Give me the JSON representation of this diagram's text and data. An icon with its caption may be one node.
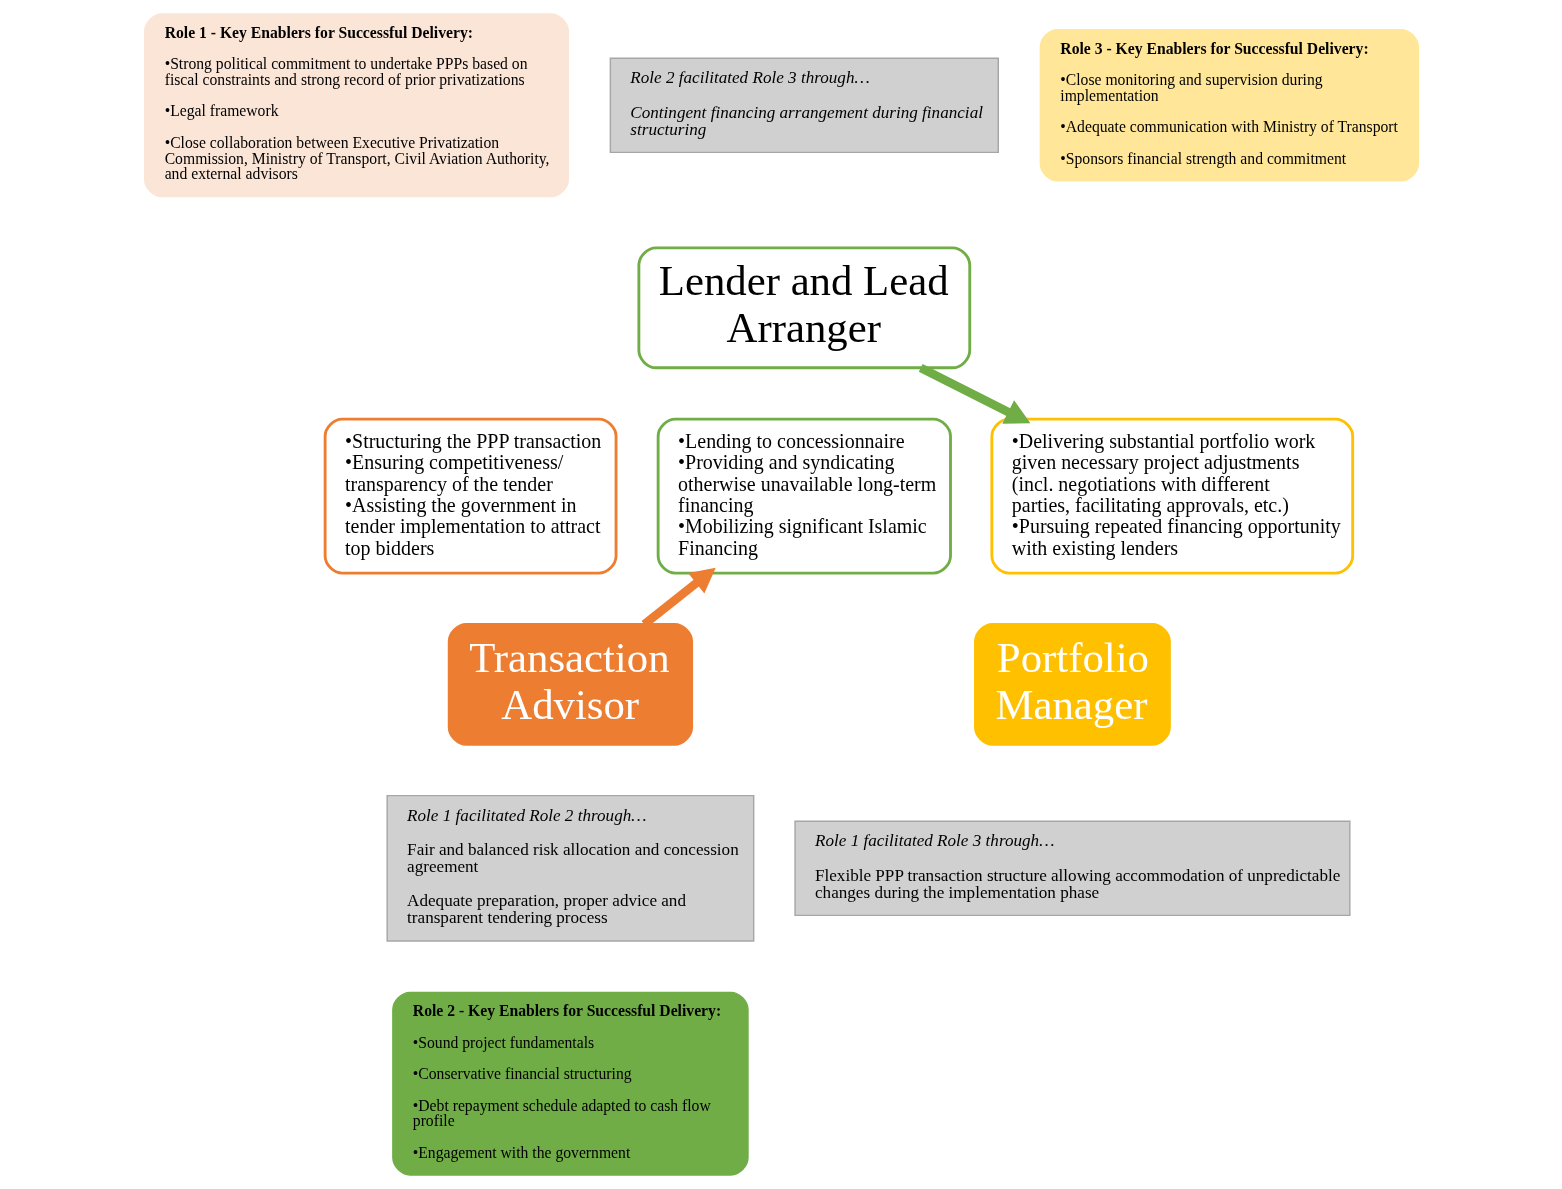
{
  "diagram": {
    "nodes": [
      {
        "text": [
          "Role 1 - Key Enablers for Successful Delivery:",
          "•Strong political commitment to undertake PPPs based on fiscal constraints and strong record of prior privatizations",
          "•Legal framework",
          "•Close collaboration between Executive Privatization Commission, Ministry of Transport, Civil Aviation Authority, and external advisors"
        ]
      },
      {
        "text": [
          "Role 2 facilitated Role 3 through…",
          "Contingent financing arrangement during financial structuring"
        ]
      },
      {
        "text": [
          "Role 3 - Key Enablers for Successful Delivery:",
          "•Close monitoring and supervision during implementation",
          "•Adequate communication with Ministry of Transport",
          "•Sponsors financial strength and commitment"
        ]
      },
      {
        "text": [
          "Lender and Lead Arranger"
        ]
      },
      {
        "text": [
          "•Structuring the PPP transaction",
          "•Ensuring competitiveness/ transparency of the tender",
          "•Assisting the government in tender implementation to attract top bidders"
        ]
      },
      {
        "text": [
          "•Lending to concessionnaire",
          "•Providing and syndicating otherwise unavailable long-term financing",
          "•Mobilizing significant Islamic Financing"
        ]
      },
      {
        "text": [
          "•Delivering substantial portfolio work given necessary project adjustments (incl. negotiations with different parties, facilitating approvals, etc.)",
          "•Pursuing repeated financing opportunity with existing lenders"
        ]
      },
      {
        "text": [
          "Transaction Advisor"
        ]
      },
      {
        "text": [
          "Portfolio Manager"
        ]
      },
      {
        "text": [
          "Role 1 facilitated Role 2 through…",
          "Fair and balanced risk allocation and concession agreement",
          "Adequate preparation, proper advice and transparent tendering process"
        ]
      },
      {
        "text": [
          "Role 1 facilitated Role 3 through…",
          "Flexible PPP transaction structure allowing accommodation of unpredictable changes during the implementation phase"
        ]
      },
      {
        "text": [
          "Role 2 - Key Enablers for Successful Delivery:",
          "•Sound project fundamentals",
          "•Conservative financial structuring",
          "•Debt repayment schedule adapted to cash flow profile",
          "•Engagement with the government"
        ]
      }
    ],
    "edges": [
      {
        "from": 7,
        "to": 5,
        "arrow": "to",
        "color": "#ed7d31"
      },
      {
        "from": 3,
        "to": 6,
        "arrow": "to",
        "color": "#70ad47"
      }
    ]
  }
}
